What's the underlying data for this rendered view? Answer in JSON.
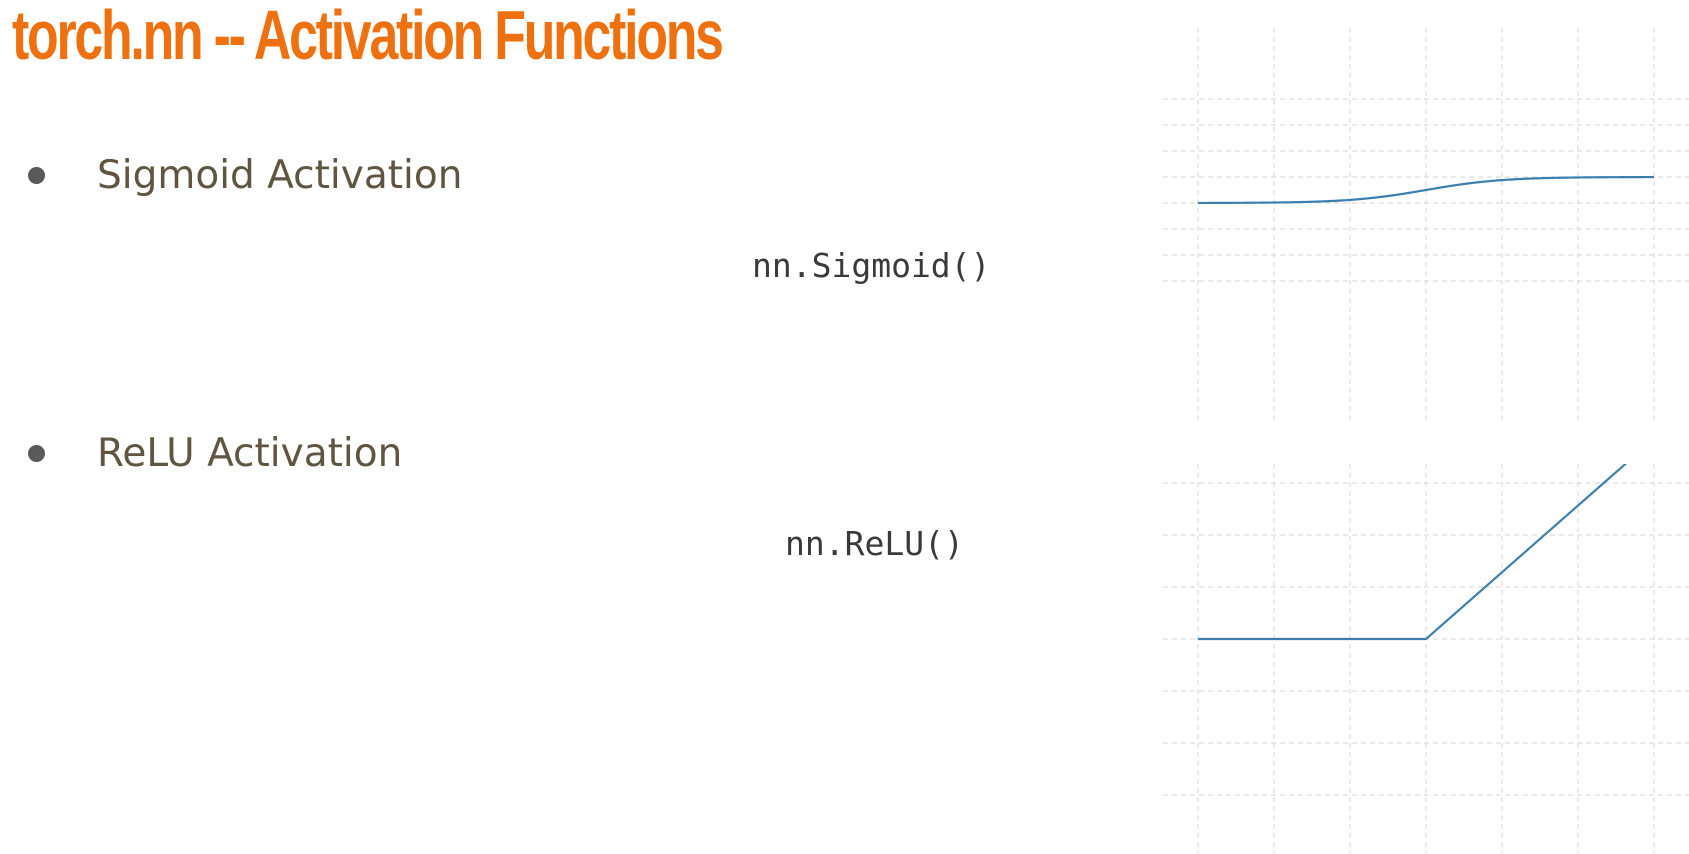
{
  "slide": {
    "title": "torch.nn -- Activation Functions",
    "colors": {
      "title": "#ee700f",
      "body_text": "#5f5540",
      "bullet": "#595959",
      "code_text": "#3a3a3a",
      "grid": "#d5d5d5",
      "curve": "#3c7fae"
    }
  },
  "items": [
    {
      "bullet": "Sigmoid Activation",
      "code": "nn.Sigmoid()"
    },
    {
      "bullet": "ReLU Activation",
      "code": "nn.ReLU()"
    }
  ],
  "chart_data": [
    {
      "type": "line",
      "title": "",
      "xlabel": "",
      "ylabel": "",
      "xlim": [
        -6,
        6
      ],
      "ylim": [
        -3,
        4
      ],
      "grid": true,
      "series": [
        {
          "function": "sigmoid",
          "x_step": 0.05
        }
      ]
    },
    {
      "type": "line",
      "title": "",
      "xlabel": "",
      "ylabel": "",
      "xlim": [
        -6,
        6
      ],
      "ylim": [
        -3,
        4
      ],
      "grid": true,
      "series": [
        {
          "function": "relu",
          "x": [
            -6,
            0,
            5.3
          ],
          "y": [
            0,
            0,
            3.4
          ]
        }
      ]
    }
  ]
}
